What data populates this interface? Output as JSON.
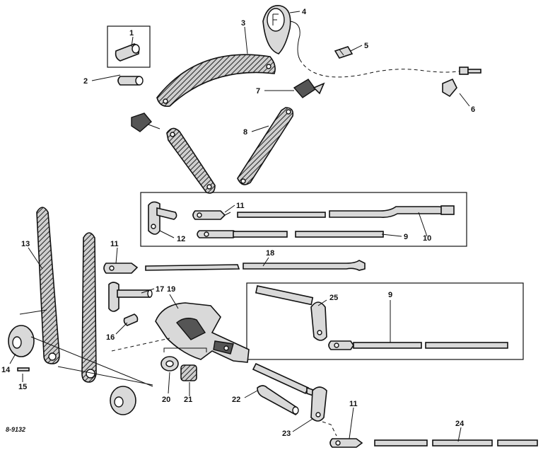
{
  "drawing_code": "8-9132",
  "callouts": {
    "c1": "1",
    "c2": "2",
    "c3": "3",
    "c4": "4",
    "c5": "5",
    "c6": "6",
    "c7": "7",
    "c8": "8",
    "c9a": "9",
    "c9b": "9",
    "c10": "10",
    "c11a": "11",
    "c11b": "11",
    "c11c": "11",
    "c12": "12",
    "c13": "13",
    "c14": "14",
    "c15": "15",
    "c16": "16",
    "c17": "17",
    "c18": "18",
    "c19": "19",
    "c20": "20",
    "c21": "21",
    "c22": "22",
    "c23": "23",
    "c24": "24",
    "c25": "25"
  }
}
